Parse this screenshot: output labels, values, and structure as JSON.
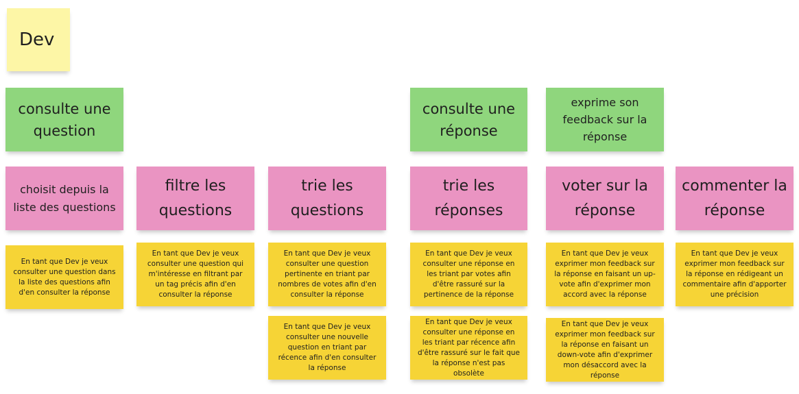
{
  "persona": {
    "label": "Dev"
  },
  "activities": [
    {
      "label": "consulte une question"
    },
    {
      "label": "consulte une réponse"
    },
    {
      "label": "exprime son feedback sur la réponse"
    }
  ],
  "tasks": [
    {
      "label": "choisit depuis la liste des questions"
    },
    {
      "label": "filtre les questions"
    },
    {
      "label": "trie les questions"
    },
    {
      "label": "trie les réponses"
    },
    {
      "label": "voter sur la réponse"
    },
    {
      "label": "commenter la réponse"
    }
  ],
  "stories": [
    {
      "text": "En tant que Dev je veux consulter une question dans la liste des questions afin d'en consulter la réponse"
    },
    {
      "text": "En tant que Dev je veux consulter une question qui m'intéresse en filtrant par un tag précis afin d'en consulter la réponse"
    },
    {
      "text": "En tant que Dev je veux consulter une question pertinente en triant par nombres de votes afin d'en consulter la réponse"
    },
    {
      "text": "En tant que Dev je veux consulter une nouvelle question en triant par récence afin d'en consulter la réponse"
    },
    {
      "text": "En tant que Dev je veux consulter une réponse en les triant par votes afin d'être rassuré sur la pertinence de la réponse"
    },
    {
      "text": "En tant que Dev je veux consulter une réponse en les triant par récence afin d'être rassuré sur le fait que la réponse n'est pas obsolète"
    },
    {
      "text": "En tant que Dev je veux exprimer mon feedback sur la réponse en faisant un up-vote afin d'exprimer mon accord avec la réponse"
    },
    {
      "text": "En tant que Dev je veux exprimer mon feedback sur la réponse en faisant un down-vote afin d'exprimer mon désaccord avec la réponse"
    },
    {
      "text": "En tant que Dev je veux exprimer mon feedback sur la réponse en rédigeant un commentaire afin d'apporter une précision"
    }
  ],
  "colors": {
    "persona": "#fdf6a6",
    "activity": "#8fd67d",
    "task": "#ea94c2",
    "story": "#f6d436"
  }
}
